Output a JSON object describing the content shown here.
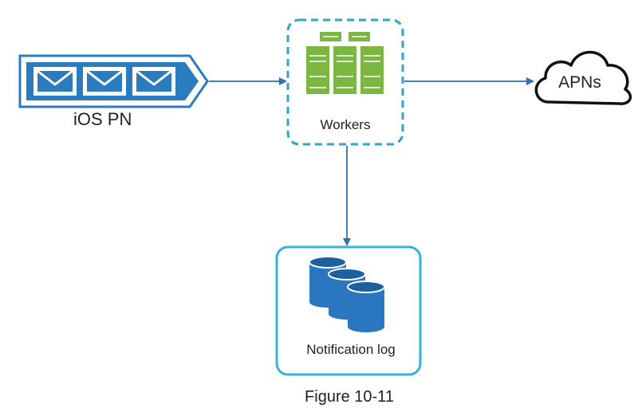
{
  "nodes": {
    "ios_pn": {
      "label": "iOS PN",
      "icon": "envelope-queue-icon"
    },
    "workers": {
      "label": "Workers",
      "icon": "server-rack-icon"
    },
    "apns": {
      "label": "APNs",
      "icon": "cloud-icon"
    },
    "notification_log": {
      "label": "Notification log",
      "icon": "database-icon"
    }
  },
  "edges": [
    {
      "from": "ios_pn",
      "to": "workers"
    },
    {
      "from": "workers",
      "to": "apns"
    },
    {
      "from": "workers",
      "to": "notification_log"
    }
  ],
  "caption": "Figure 10-11",
  "colors": {
    "queue_blue": "#2b7bbf",
    "arrow_blue": "#2e6fb0",
    "dashed_border": "#2fa6c9",
    "server_green": "#7cb742",
    "db_blue": "#2a77c0",
    "log_border": "#38b3d8"
  }
}
